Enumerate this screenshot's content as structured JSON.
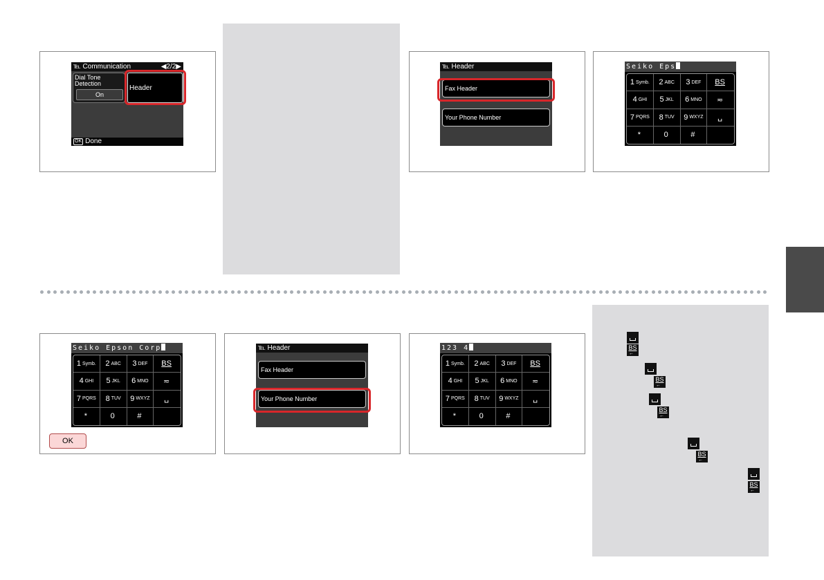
{
  "screens": {
    "communication": {
      "title": "Communication",
      "page": "◀2/2▶",
      "tile_label": "Dial Tone Detection",
      "tile_value": "On",
      "header_option": "Header",
      "ok_badge": "OK",
      "done": "Done"
    },
    "header_menu": {
      "title": "Header",
      "items": [
        "Fax Header",
        "Your Phone Number"
      ]
    },
    "keypad_keys": [
      {
        "num": "1",
        "letters": "Symb."
      },
      {
        "num": "2",
        "letters": "ABC"
      },
      {
        "num": "3",
        "letters": "DEF"
      },
      {
        "num": "BS",
        "letters": ""
      },
      {
        "num": "4",
        "letters": "GHI"
      },
      {
        "num": "5",
        "letters": "JKL"
      },
      {
        "num": "6",
        "letters": "MNO"
      },
      {
        "num": "≂",
        "letters": ""
      },
      {
        "num": "7",
        "letters": "PQRS"
      },
      {
        "num": "8",
        "letters": "TUV"
      },
      {
        "num": "9",
        "letters": "WXYZ"
      },
      {
        "num": "␣",
        "letters": ""
      },
      {
        "num": "*",
        "letters": ""
      },
      {
        "num": "0",
        "letters": ""
      },
      {
        "num": "#",
        "letters": ""
      },
      {
        "num": "",
        "letters": ""
      }
    ],
    "keypad_entries": {
      "top": "Seiko Eps",
      "bottom_left": "Seiko Epson Corp",
      "bottom_right": "123 4"
    }
  },
  "ok_button": "OK",
  "icons": [
    "space-icon",
    "backspace-icon"
  ],
  "colors": {
    "highlight": "#d8262a",
    "tip_box": "#dcdcde",
    "side_tab": "#4a4a4a",
    "ok_button": "#fbd7d7"
  }
}
